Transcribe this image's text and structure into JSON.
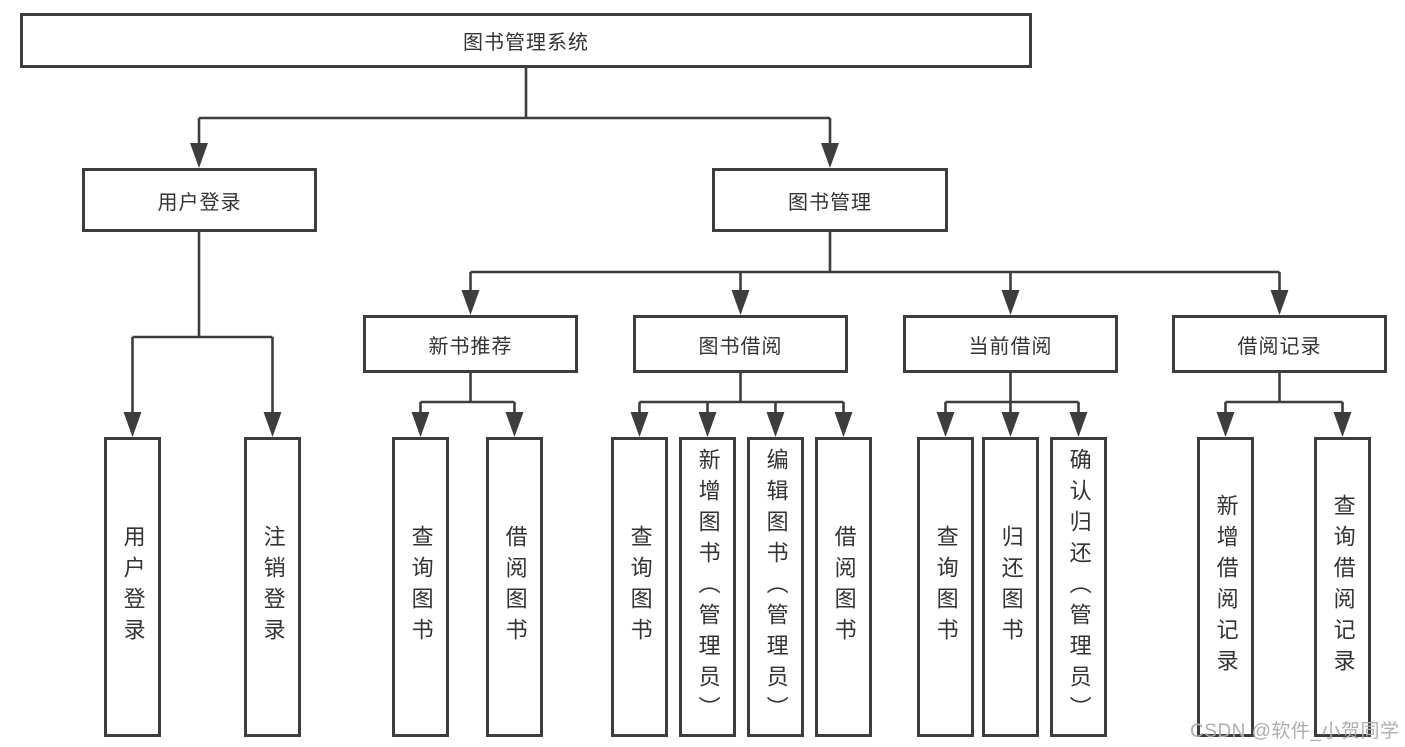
{
  "tree": {
    "label": "图书管理系统",
    "children": [
      {
        "label": "用户登录",
        "children": [
          {
            "label": "用户登录"
          },
          {
            "label": "注销登录"
          }
        ]
      },
      {
        "label": "图书管理",
        "children": [
          {
            "label": "新书推荐",
            "children": [
              {
                "label": "查询图书"
              },
              {
                "label": "借阅图书"
              }
            ]
          },
          {
            "label": "图书借阅",
            "children": [
              {
                "label": "查询图书"
              },
              {
                "label": "新增图书（管理员）"
              },
              {
                "label": "编辑图书（管理员）"
              },
              {
                "label": "借阅图书"
              }
            ]
          },
          {
            "label": "当前借阅",
            "children": [
              {
                "label": "查询图书"
              },
              {
                "label": "归还图书"
              },
              {
                "label": "确认归还（管理员）"
              }
            ]
          },
          {
            "label": "借阅记录",
            "children": [
              {
                "label": "新增借阅记录"
              },
              {
                "label": "查询借阅记录"
              }
            ]
          }
        ]
      }
    ]
  },
  "watermark": {
    "text": "CSDN @软件_小贺同学"
  },
  "colors": {
    "line": "#3d3d3d",
    "box_border": "#3d3d3d",
    "text": "#333333",
    "watermark": "#aeaeae",
    "background": "#ffffff"
  }
}
